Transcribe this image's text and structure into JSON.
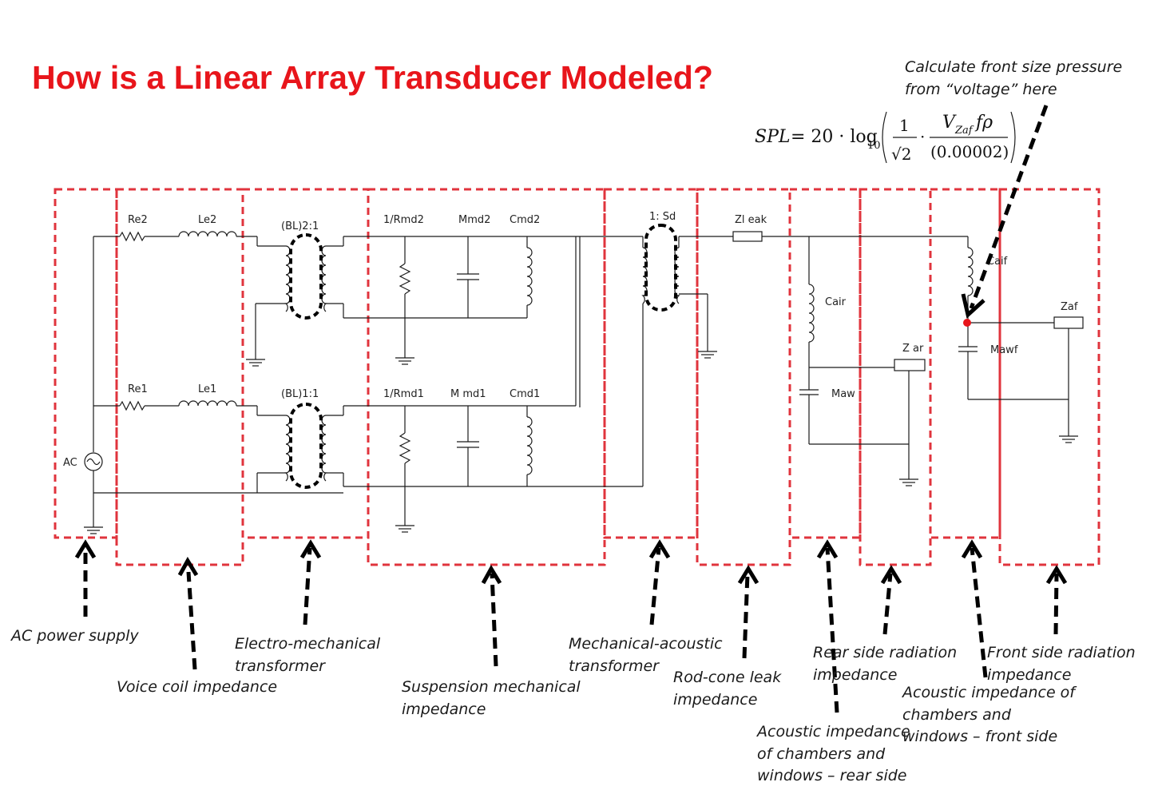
{
  "title": "How is a Linear Array Transducer Modeled?",
  "colors": {
    "title": "#e8151b",
    "box": "#e0343d",
    "node": "#e8151b"
  },
  "note": {
    "line1": "Calculate front size pressure",
    "line2": "from “voltage” here"
  },
  "equation": {
    "lhs": "SPL",
    "eq": "= 20 · log",
    "base": "10",
    "one": "1",
    "sqrt2": "√2",
    "dot": "·",
    "num_v": "V",
    "num_sub": "Zaf",
    "num_rest": "fρ",
    "den": "(0.00002)"
  },
  "components": {
    "re2": "Re2",
    "le2": "Le2",
    "re1": "Re1",
    "le1": "Le1",
    "ac": "AC",
    "bl2": "(BL)2:1",
    "bl1": "(BL)1:1",
    "rmd2": "1/Rmd2",
    "mmd2": "Mmd2",
    "cmd2": "Cmd2",
    "rmd1": "1/Rmd1",
    "mmd1": "M md1",
    "cmd1": "Cmd1",
    "sd": "1: Sd",
    "zleak": "Zl eak",
    "cair": "Cair",
    "maw": "Maw",
    "zar": "Z ar",
    "caif": "Caif",
    "mawf": "Mawf",
    "zaf": "Zaf"
  },
  "captions": {
    "ac_power": "AC power supply",
    "voice_coil": "Voice coil impedance",
    "em1": "Electro-mechanical",
    "em2": "transformer",
    "susp1": "Suspension mechanical",
    "susp2": "impedance",
    "ma1": "Mechanical-acoustic",
    "ma2": "transformer",
    "rod1": "Rod-cone leak",
    "rod2": "impedance",
    "rear_rad1": "Rear side radiation",
    "rear_rad2": "impedance",
    "front_rad1": "Front side radiation",
    "front_rad2": "impedance",
    "ac_front1": "Acoustic impedance of",
    "ac_front2": "chambers and",
    "ac_front3": "windows – front side",
    "ac_rear1": "Acoustic impedance",
    "ac_rear2": "of chambers and",
    "ac_rear3": "windows – rear side"
  }
}
